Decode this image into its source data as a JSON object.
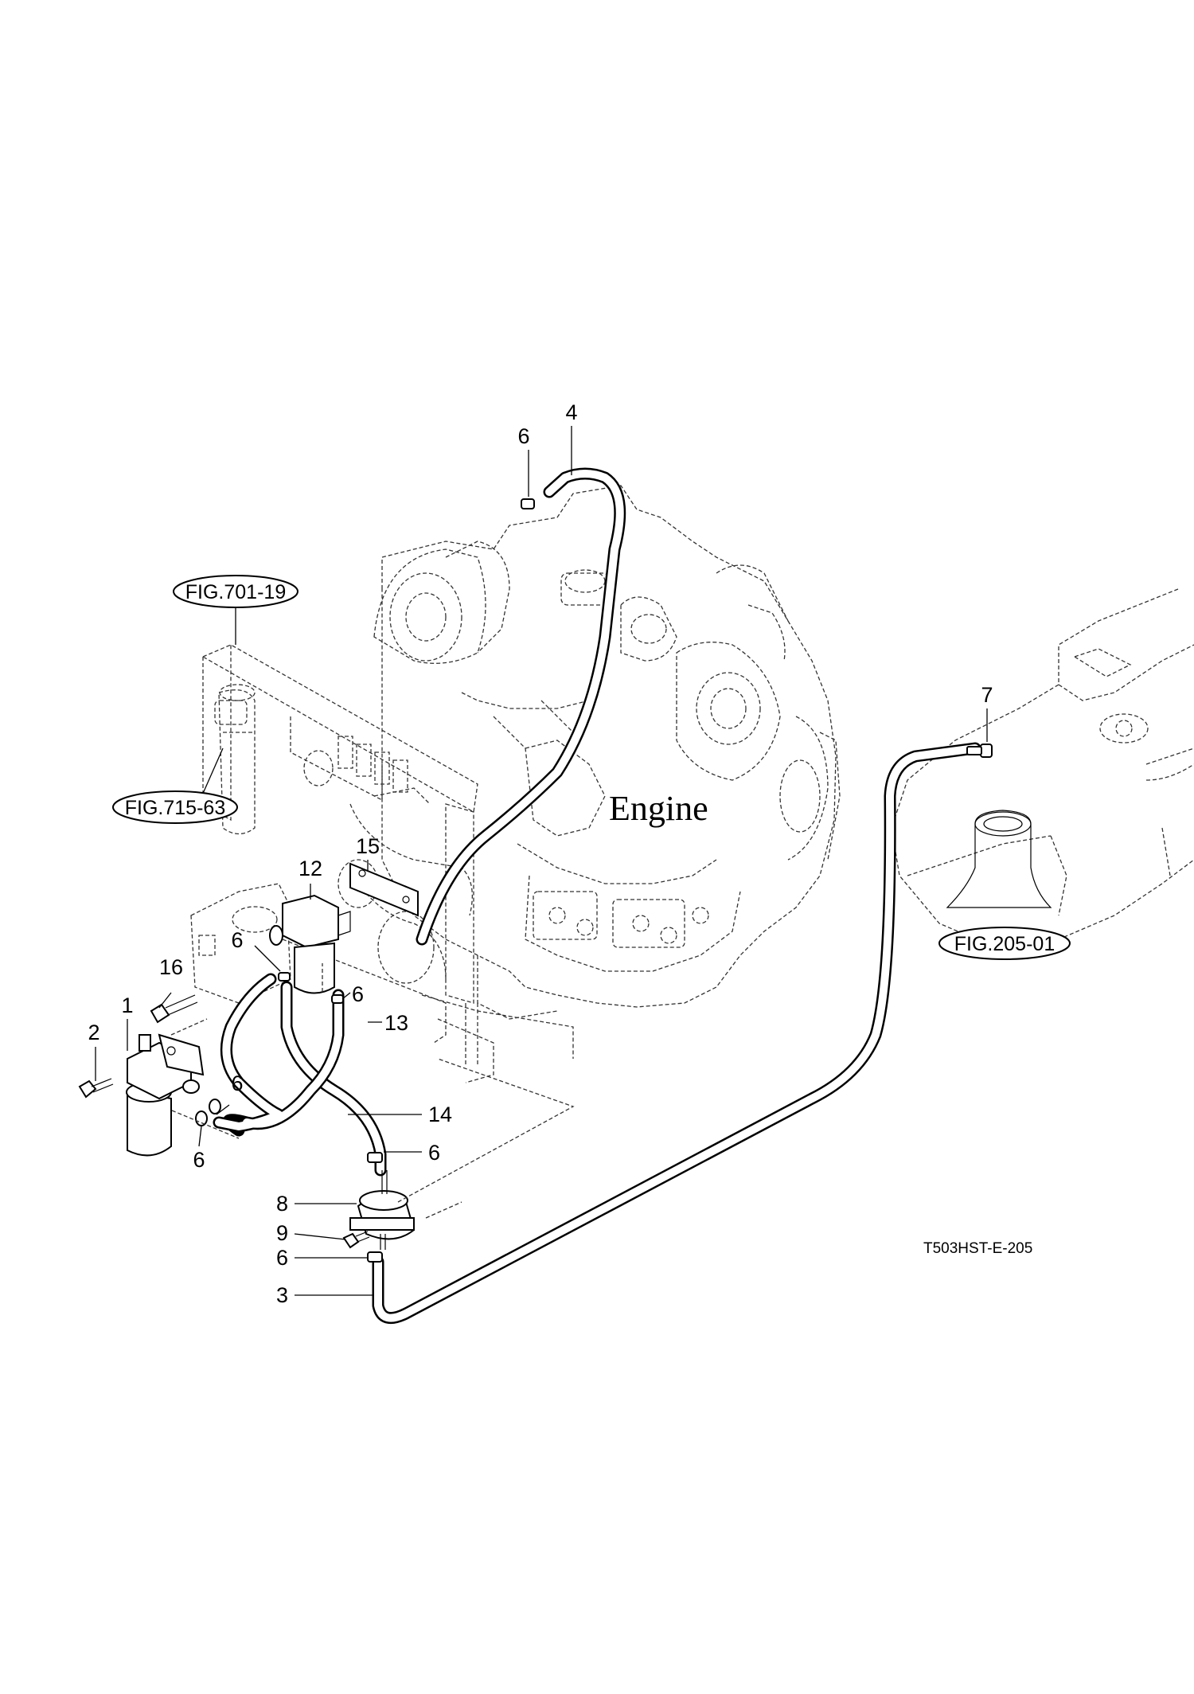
{
  "labels": {
    "engine": "Engine",
    "drawing_code": "T503HST-E-205",
    "fig_refs": [
      "FIG.701-19",
      "FIG.715-63",
      "FIG.205-01"
    ],
    "parts": {
      "p1": "1",
      "p2": "2",
      "p3": "3",
      "p4": "4",
      "p6_top": "6",
      "p6_filter_left": "6",
      "p6_filter_right": "6",
      "p6_cup_left": "6",
      "p6_cup_right": "6",
      "p6_pump_top": "6",
      "p6_pump_bottom": "6",
      "p7": "7",
      "p8": "8",
      "p9": "9",
      "p12": "12",
      "p13": "13",
      "p14": "14",
      "p15": "15",
      "p16": "16"
    }
  }
}
